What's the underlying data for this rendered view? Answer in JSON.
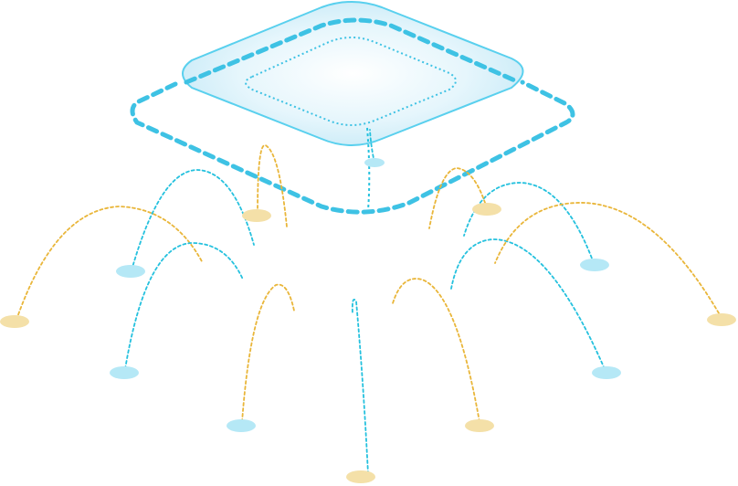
{
  "diagram": {
    "subject": "wireless-access-point-coverage",
    "colors": {
      "device_fill": "#cfeef8",
      "device_stroke": "#59d0ee",
      "device_dashed_ring": "#3ec2e4",
      "link_blue": "#25c1de",
      "link_gold": "#e9b63a",
      "endpoint_blue": "#b5e8f6",
      "endpoint_gold": "#f4e0a8",
      "background": "#ffffff"
    },
    "access_point": {
      "icon": "access-point-icon"
    },
    "links": [
      {
        "id": "link-1",
        "color": "gold"
      },
      {
        "id": "link-2",
        "color": "blue"
      },
      {
        "id": "link-3",
        "color": "gold"
      },
      {
        "id": "link-4",
        "color": "blue"
      },
      {
        "id": "link-5",
        "color": "blue"
      },
      {
        "id": "link-6",
        "color": "gold"
      },
      {
        "id": "link-7",
        "color": "gold"
      },
      {
        "id": "link-8",
        "color": "blue"
      },
      {
        "id": "link-9",
        "color": "blue"
      },
      {
        "id": "link-10",
        "color": "gold"
      },
      {
        "id": "link-11",
        "color": "blue"
      },
      {
        "id": "link-12",
        "color": "gold"
      },
      {
        "id": "link-13",
        "color": "gold"
      }
    ],
    "endpoints": [
      {
        "id": "endpoint-1",
        "color": "gold"
      },
      {
        "id": "endpoint-2",
        "color": "blue"
      },
      {
        "id": "endpoint-3",
        "color": "blue"
      },
      {
        "id": "endpoint-4",
        "color": "gold"
      },
      {
        "id": "endpoint-5",
        "color": "blue"
      },
      {
        "id": "endpoint-6",
        "color": "gold"
      },
      {
        "id": "endpoint-7",
        "color": "blue"
      },
      {
        "id": "endpoint-8",
        "color": "gold"
      },
      {
        "id": "endpoint-9",
        "color": "blue"
      },
      {
        "id": "endpoint-10",
        "color": "gold"
      },
      {
        "id": "endpoint-11",
        "color": "gold"
      },
      {
        "id": "endpoint-12",
        "color": "blue"
      }
    ]
  }
}
